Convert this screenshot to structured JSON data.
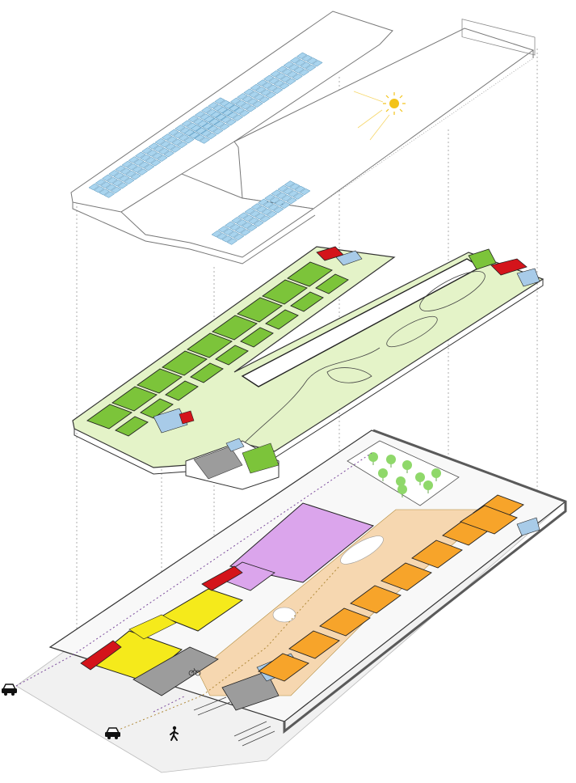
{
  "diagram": {
    "type": "exploded-axonometric-building",
    "layers": [
      {
        "name": "roof",
        "elements": [
          "solar-panel-array",
          "roof-slab"
        ]
      },
      {
        "name": "upper-floor",
        "elements": [
          "classroom-wing",
          "playground-deck",
          "courtyard-void"
        ]
      },
      {
        "name": "ground-floor",
        "elements": [
          "gymnasium",
          "yellow-zone",
          "orange-classrooms",
          "central-street",
          "garden"
        ]
      }
    ],
    "colors": {
      "solar_panel": "#a9d4ee",
      "solar_panel_edge": "#4d8fb8",
      "classroom_green": "#7cc43a",
      "deck_green": "#e4f3c8",
      "service_red": "#d4141b",
      "service_blue": "#a8cbe8",
      "gym_purple": "#dba5ec",
      "hall_yellow": "#f5ea1b",
      "class_orange": "#f7a42a",
      "street_sand": "#f6d7b0",
      "garden_green": "#dcefcf",
      "tree_green": "#8fd86a",
      "service_grey": "#9c9c9c",
      "wall_dark": "#5a5a5a",
      "sun": "#f3c319",
      "car_path": "#7b4a9c",
      "walk_path": "#b08a3a"
    },
    "icons": {
      "sun": "sun-icon",
      "car": "car-icon",
      "pedestrian": "pedestrian-icon",
      "bicycle": "bicycle-icon",
      "tree": "tree-icon"
    }
  }
}
